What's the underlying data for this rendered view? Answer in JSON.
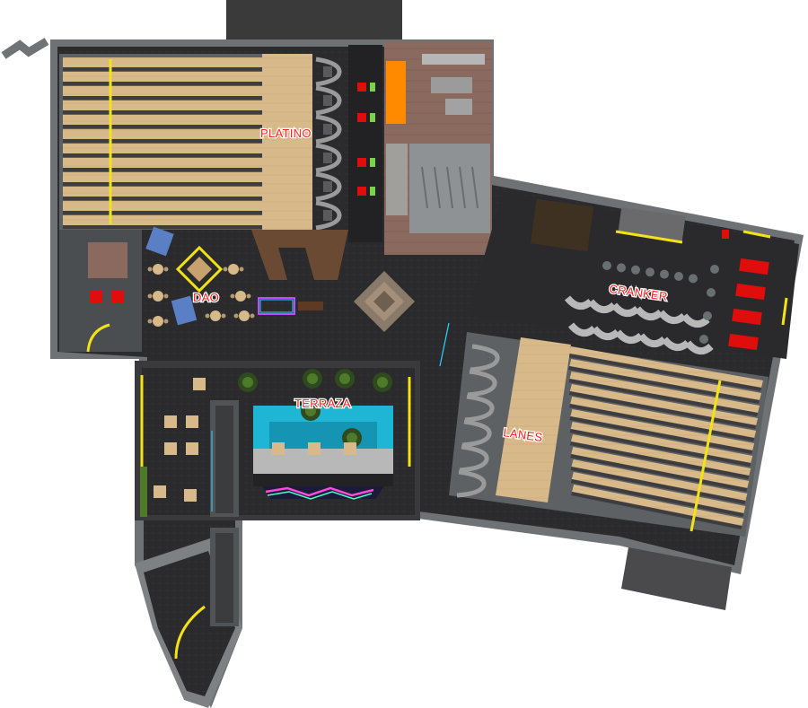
{
  "map": {
    "zones": [
      {
        "id": "platino",
        "label": "PLATINO"
      },
      {
        "id": "dao",
        "label": "DAO"
      },
      {
        "id": "cranker",
        "label": "CRANKER"
      },
      {
        "id": "terraza",
        "label": "TERRAZA"
      },
      {
        "id": "lanes",
        "label": "LANES"
      }
    ],
    "colors": {
      "floor": "#2b2b2d",
      "wall": "#7b7f81",
      "wood": "#d8b98a",
      "gutter": "#3d3d3f",
      "kitchen": "#8a6a5e",
      "accent_yellow": "#f3e216",
      "accent_red": "#e00d0d",
      "accent_orange": "#ff8a00",
      "water": "#1fb6d6",
      "plant": "#4e7a2a"
    }
  }
}
